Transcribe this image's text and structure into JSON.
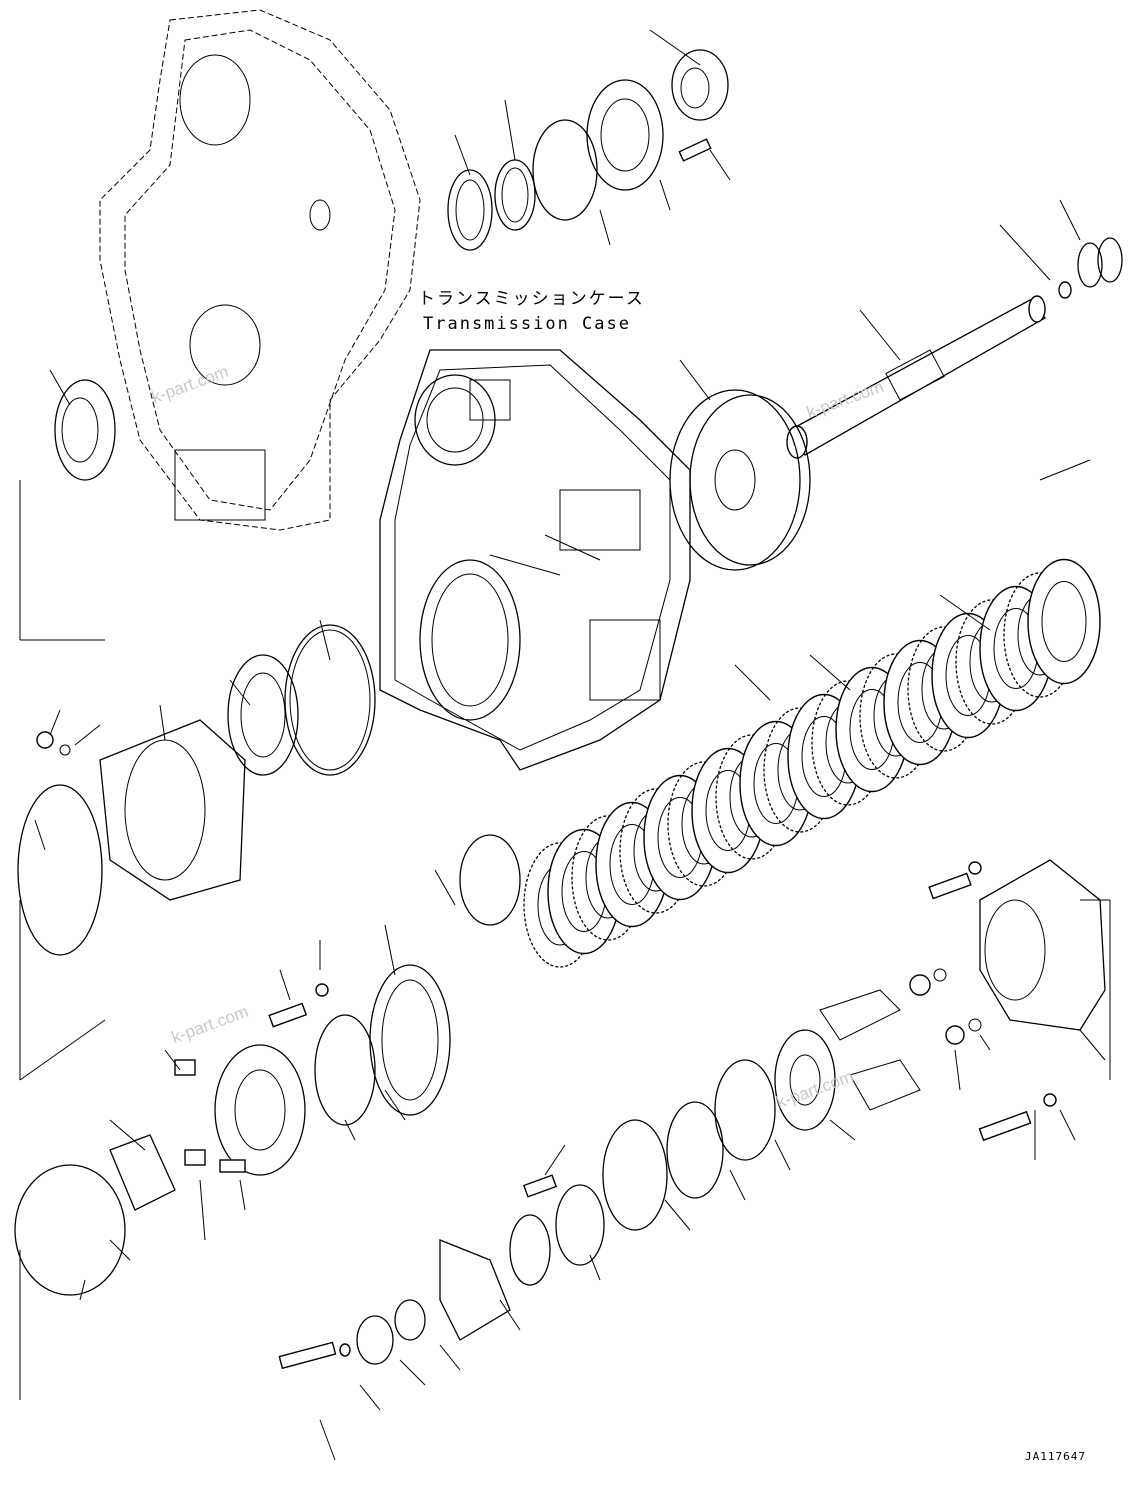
{
  "callout": {
    "label_jp": "トランスミッションケース",
    "label_en": "Transmission Case"
  },
  "drawing_code": "JA117647",
  "watermark": "k-part.com"
}
